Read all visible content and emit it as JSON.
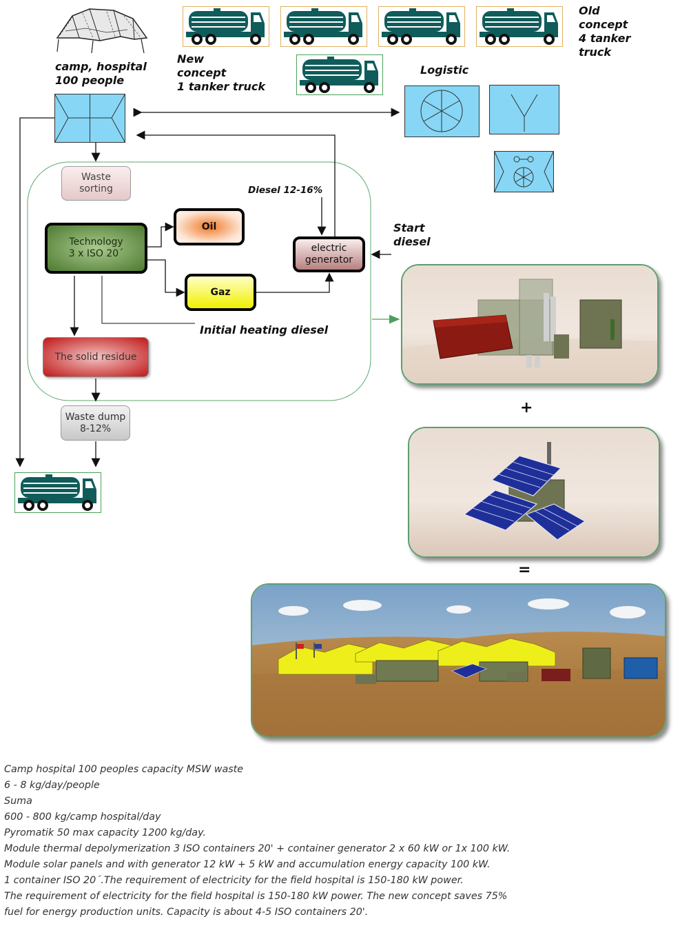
{
  "title_labels": {
    "camp": "camp, hospital\n100 people",
    "new_concept": "New\nconcept\n1 tanker truck",
    "old_concept": "Old\nconcept\n4 tanker\ntruck",
    "logistic": "Logistic"
  },
  "flow": {
    "waste_sorting": "Waste\nsorting",
    "technology": "Technology\n3 x ISO 20´",
    "oil": "Oil",
    "gaz": "Gaz",
    "electric_generator": "electric\ngenerator",
    "diesel_pct": "Diesel 12-16%",
    "start_diesel": "Start\ndiesel",
    "initial_heating": "Initial heating diesel",
    "solid_residue": "The solid residue",
    "waste_dump": "Waste dump\n8-12%"
  },
  "operators": {
    "plus": "+",
    "equals": "="
  },
  "notes": [
    "Camp hospital 100 peoples capacity MSW waste",
    "6 - 8 kg/day/people",
    "Suma",
    "600 - 800 kg/camp hospital/day",
    "Pyromatik 50 max capacity 1200 kg/day.",
    "Module thermal depolymerization 3 ISO containers 20' + container generator 2 x 60 kW or 1x 100 kW.",
    "Module solar panels and with generator 12 kW + 5 kW and accumulation energy capacity 100 kW.",
    "1 container ISO 20´.The requirement of electricity for the field hospital is 150-180 kW power.",
    "The requirement of electricity for the field hospital is 150-180 kW power. The new concept saves 75%",
    "fuel for energy production units. Capacity is about 4-5 ISO containers 20'."
  ],
  "colors": {
    "truck": "#0f5c5a",
    "truck_border": "#e0b060",
    "logistic_fill": "#87d6f5",
    "flow_border": "#5aa86a",
    "oil_center": "#f07a2a",
    "gaz_fill": "#f5f500",
    "generator_fill": "#b87c7c",
    "technology_fill": "#5c8a3a",
    "residue_fill": "#c01818"
  }
}
